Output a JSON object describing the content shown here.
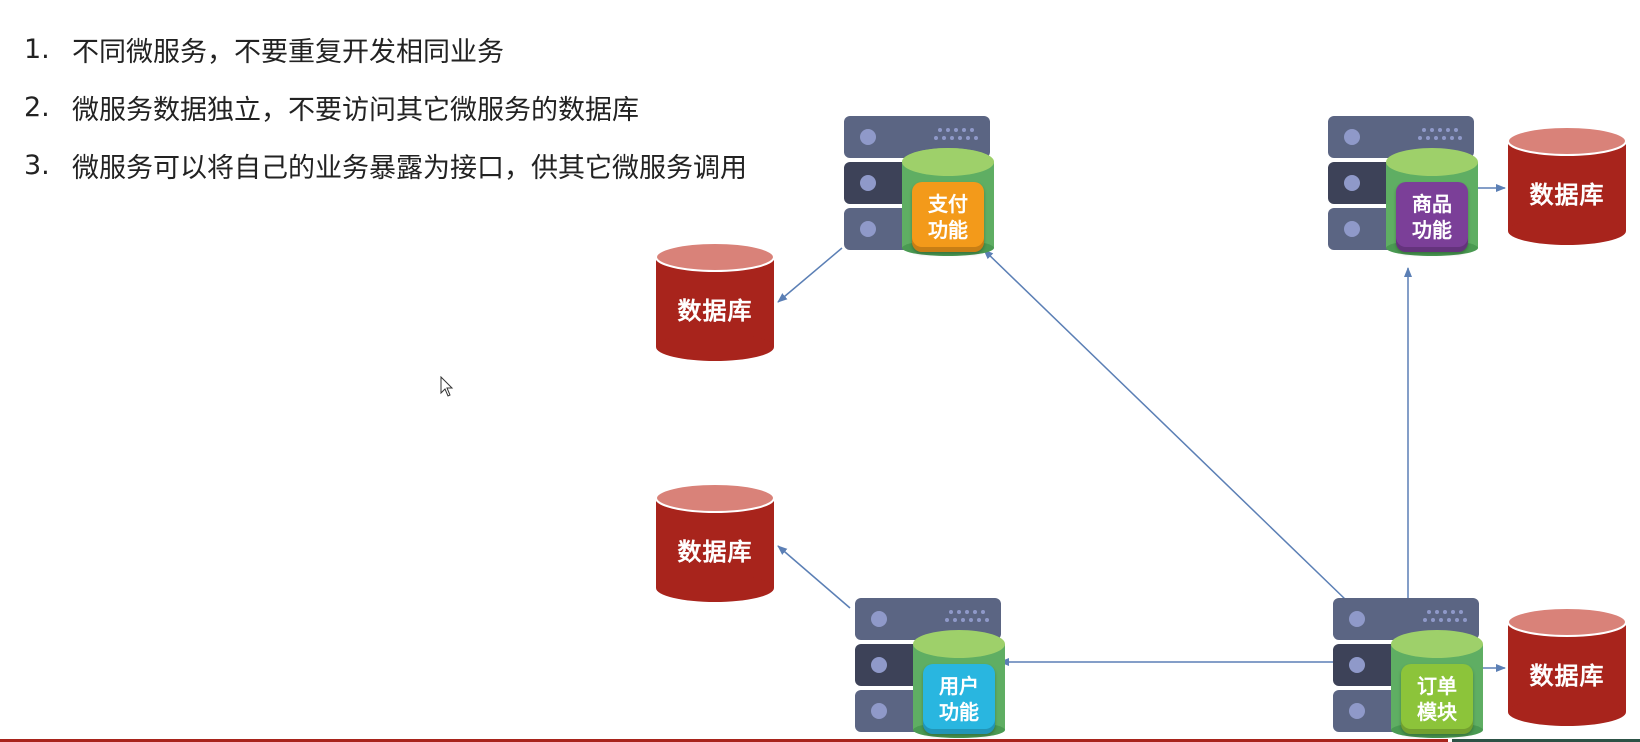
{
  "rules": [
    {
      "num": "1.",
      "text": "不同微服务，不要重复开发相同业务"
    },
    {
      "num": "2.",
      "text": "微服务数据独立，不要访问其它微服务的数据库"
    },
    {
      "num": "3.",
      "text": "微服务可以将自己的业务暴露为接口，供其它微服务调用"
    }
  ],
  "services": {
    "payment": {
      "line1": "支付",
      "line2": "功能",
      "color": "#f39a1a"
    },
    "product": {
      "line1": "商品",
      "line2": "功能",
      "color": "#7b3f98"
    },
    "user": {
      "line1": "用户",
      "line2": "功能",
      "color": "#29b6e0"
    },
    "order": {
      "line1": "订单",
      "line2": "模块",
      "color": "#8cc43a"
    }
  },
  "databases": {
    "payment_db": "数据库",
    "product_db": "数据库",
    "user_db": "数据库",
    "order_db": "数据库"
  },
  "colors": {
    "db_body": "#a8241c",
    "db_top": "#d98279",
    "server_dark": "#3d4258",
    "server_light": "#5b6583",
    "arrow": "#5b7fb5",
    "bottom_line": "#a8241c",
    "bottom_line_dark": "#2d5246"
  }
}
